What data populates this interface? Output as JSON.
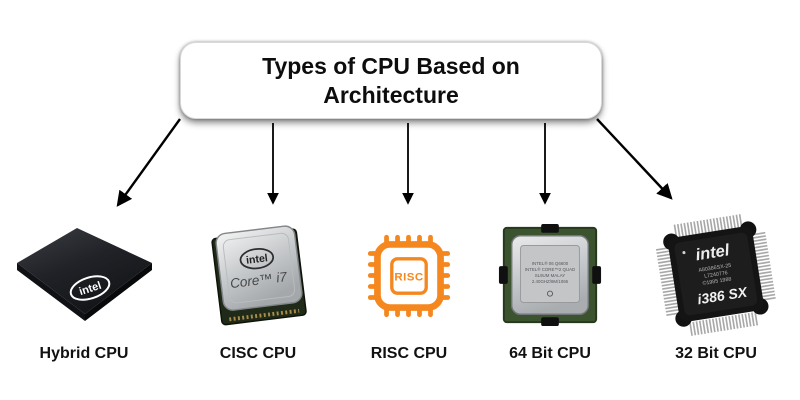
{
  "title": {
    "text": "Types of CPU Based on Architecture"
  },
  "colors": {
    "risc_orange": "#F5871F",
    "arrow_black": "#000000",
    "background": "#FFFFFF",
    "pcb_green": "#3C5330"
  },
  "cpus": [
    {
      "label": "Hybrid CPU",
      "logo": "intel"
    },
    {
      "label": "CISC CPU",
      "brand": "intel",
      "model": "Core™ i7"
    },
    {
      "label": "RISC CPU",
      "chip_text": "RISC"
    },
    {
      "label": "64 Bit CPU",
      "markings": [
        "INTEL® 06 Q6600",
        "INTEL® CORE™2 QUAD",
        "SL9UM MALAY",
        "2.40GHZ/8M/1066"
      ]
    },
    {
      "label": "32 Bit CPU",
      "brand": "intel",
      "markings": [
        "A80386SX-25",
        "L7240776",
        "©1985 1988"
      ],
      "model": "i386 SX"
    }
  ]
}
